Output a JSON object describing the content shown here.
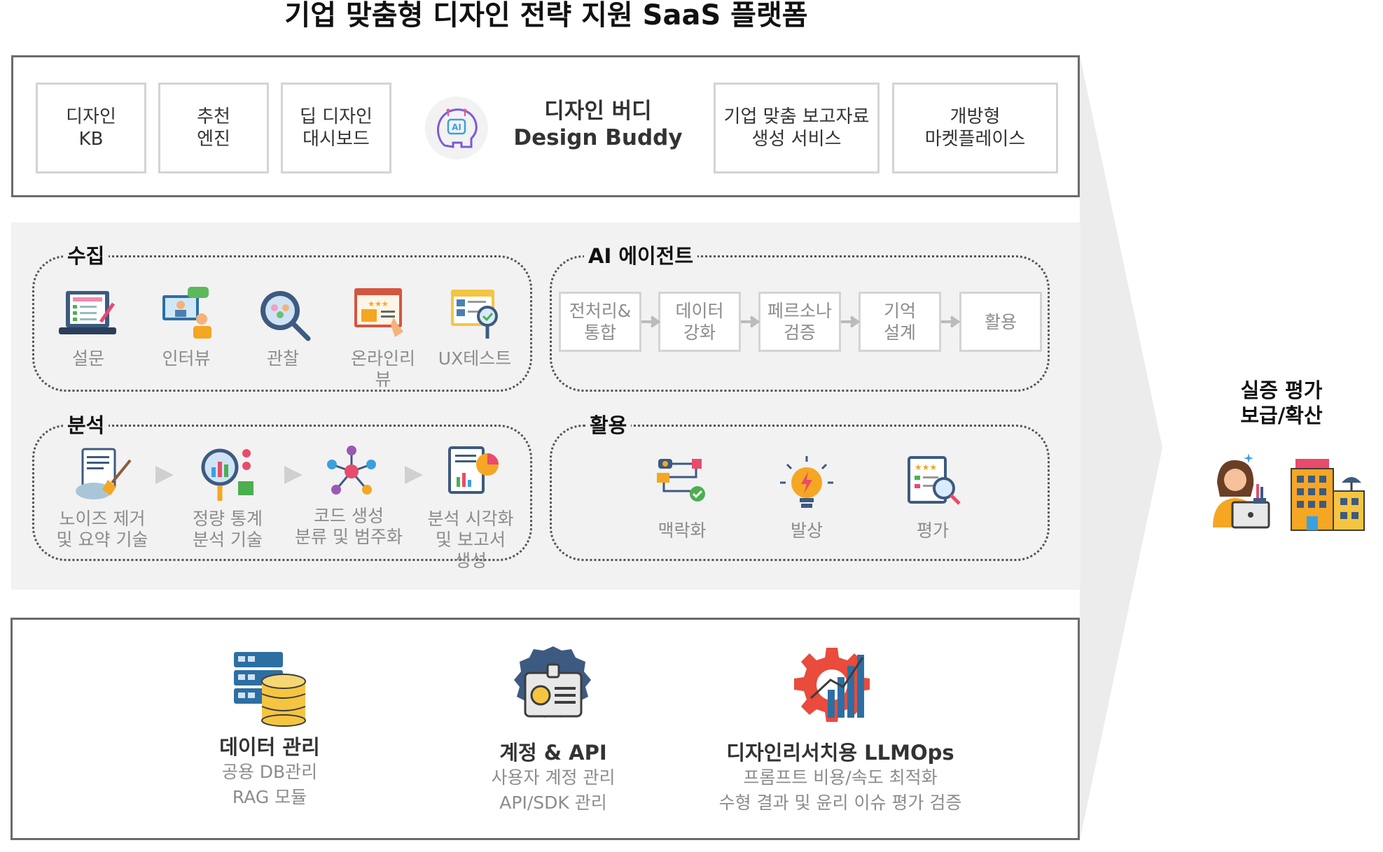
{
  "title": "기업 맞춤형 디자인 전략 지원 SaaS 플랫폼",
  "platform": {
    "modules": [
      "디자인\nKB",
      "추천\n엔진",
      "딥 디자인\n대시보드",
      "기업 맞춤 보고자료\n생성 서비스",
      "개방형\n마켓플레이스"
    ],
    "buddy_logo_text": "AI",
    "buddy": "디자인 버디\nDesign Buddy"
  },
  "collect": {
    "label": "수집",
    "items": [
      "설문",
      "인터뷰",
      "관찰",
      "온라인리\n뷰",
      "UX테스트"
    ]
  },
  "ai_agent": {
    "label": "AI 에이전트",
    "steps": [
      "전처리&\n통합",
      "데이터\n강화",
      "페르소나\n검증",
      "기억\n설계",
      "활용"
    ]
  },
  "analysis": {
    "label": "분석",
    "items": [
      "노이즈 제거\n및 요약 기술",
      "정량 통계\n분석 기술",
      "코드 생성\n분류 및 범주화",
      "분석 시각화\n및 보고서\n생성"
    ]
  },
  "apply": {
    "label": "활용",
    "items": [
      "맥락화",
      "발상",
      "평가"
    ]
  },
  "infra": [
    {
      "title": "데이터 관리",
      "sub": "공용 DB관리\nRAG 모듈"
    },
    {
      "title": "계정 & API",
      "sub": "사용자 계정 관리\nAPI/SDK 관리"
    },
    {
      "title": "디자인리서치용 LLMOps",
      "sub": "프롬프트 비용/속도 최적화\n수형 결과 및 윤리 이슈 평가 검증"
    }
  ],
  "outcome": "실증 평가\n보급/확산",
  "colors": {
    "box_border": "#6b6b6b",
    "module_border": "#d4d4d4",
    "band": "#f2f2f2",
    "muted_text": "#8c8c8c",
    "arrow": "#ececec"
  }
}
